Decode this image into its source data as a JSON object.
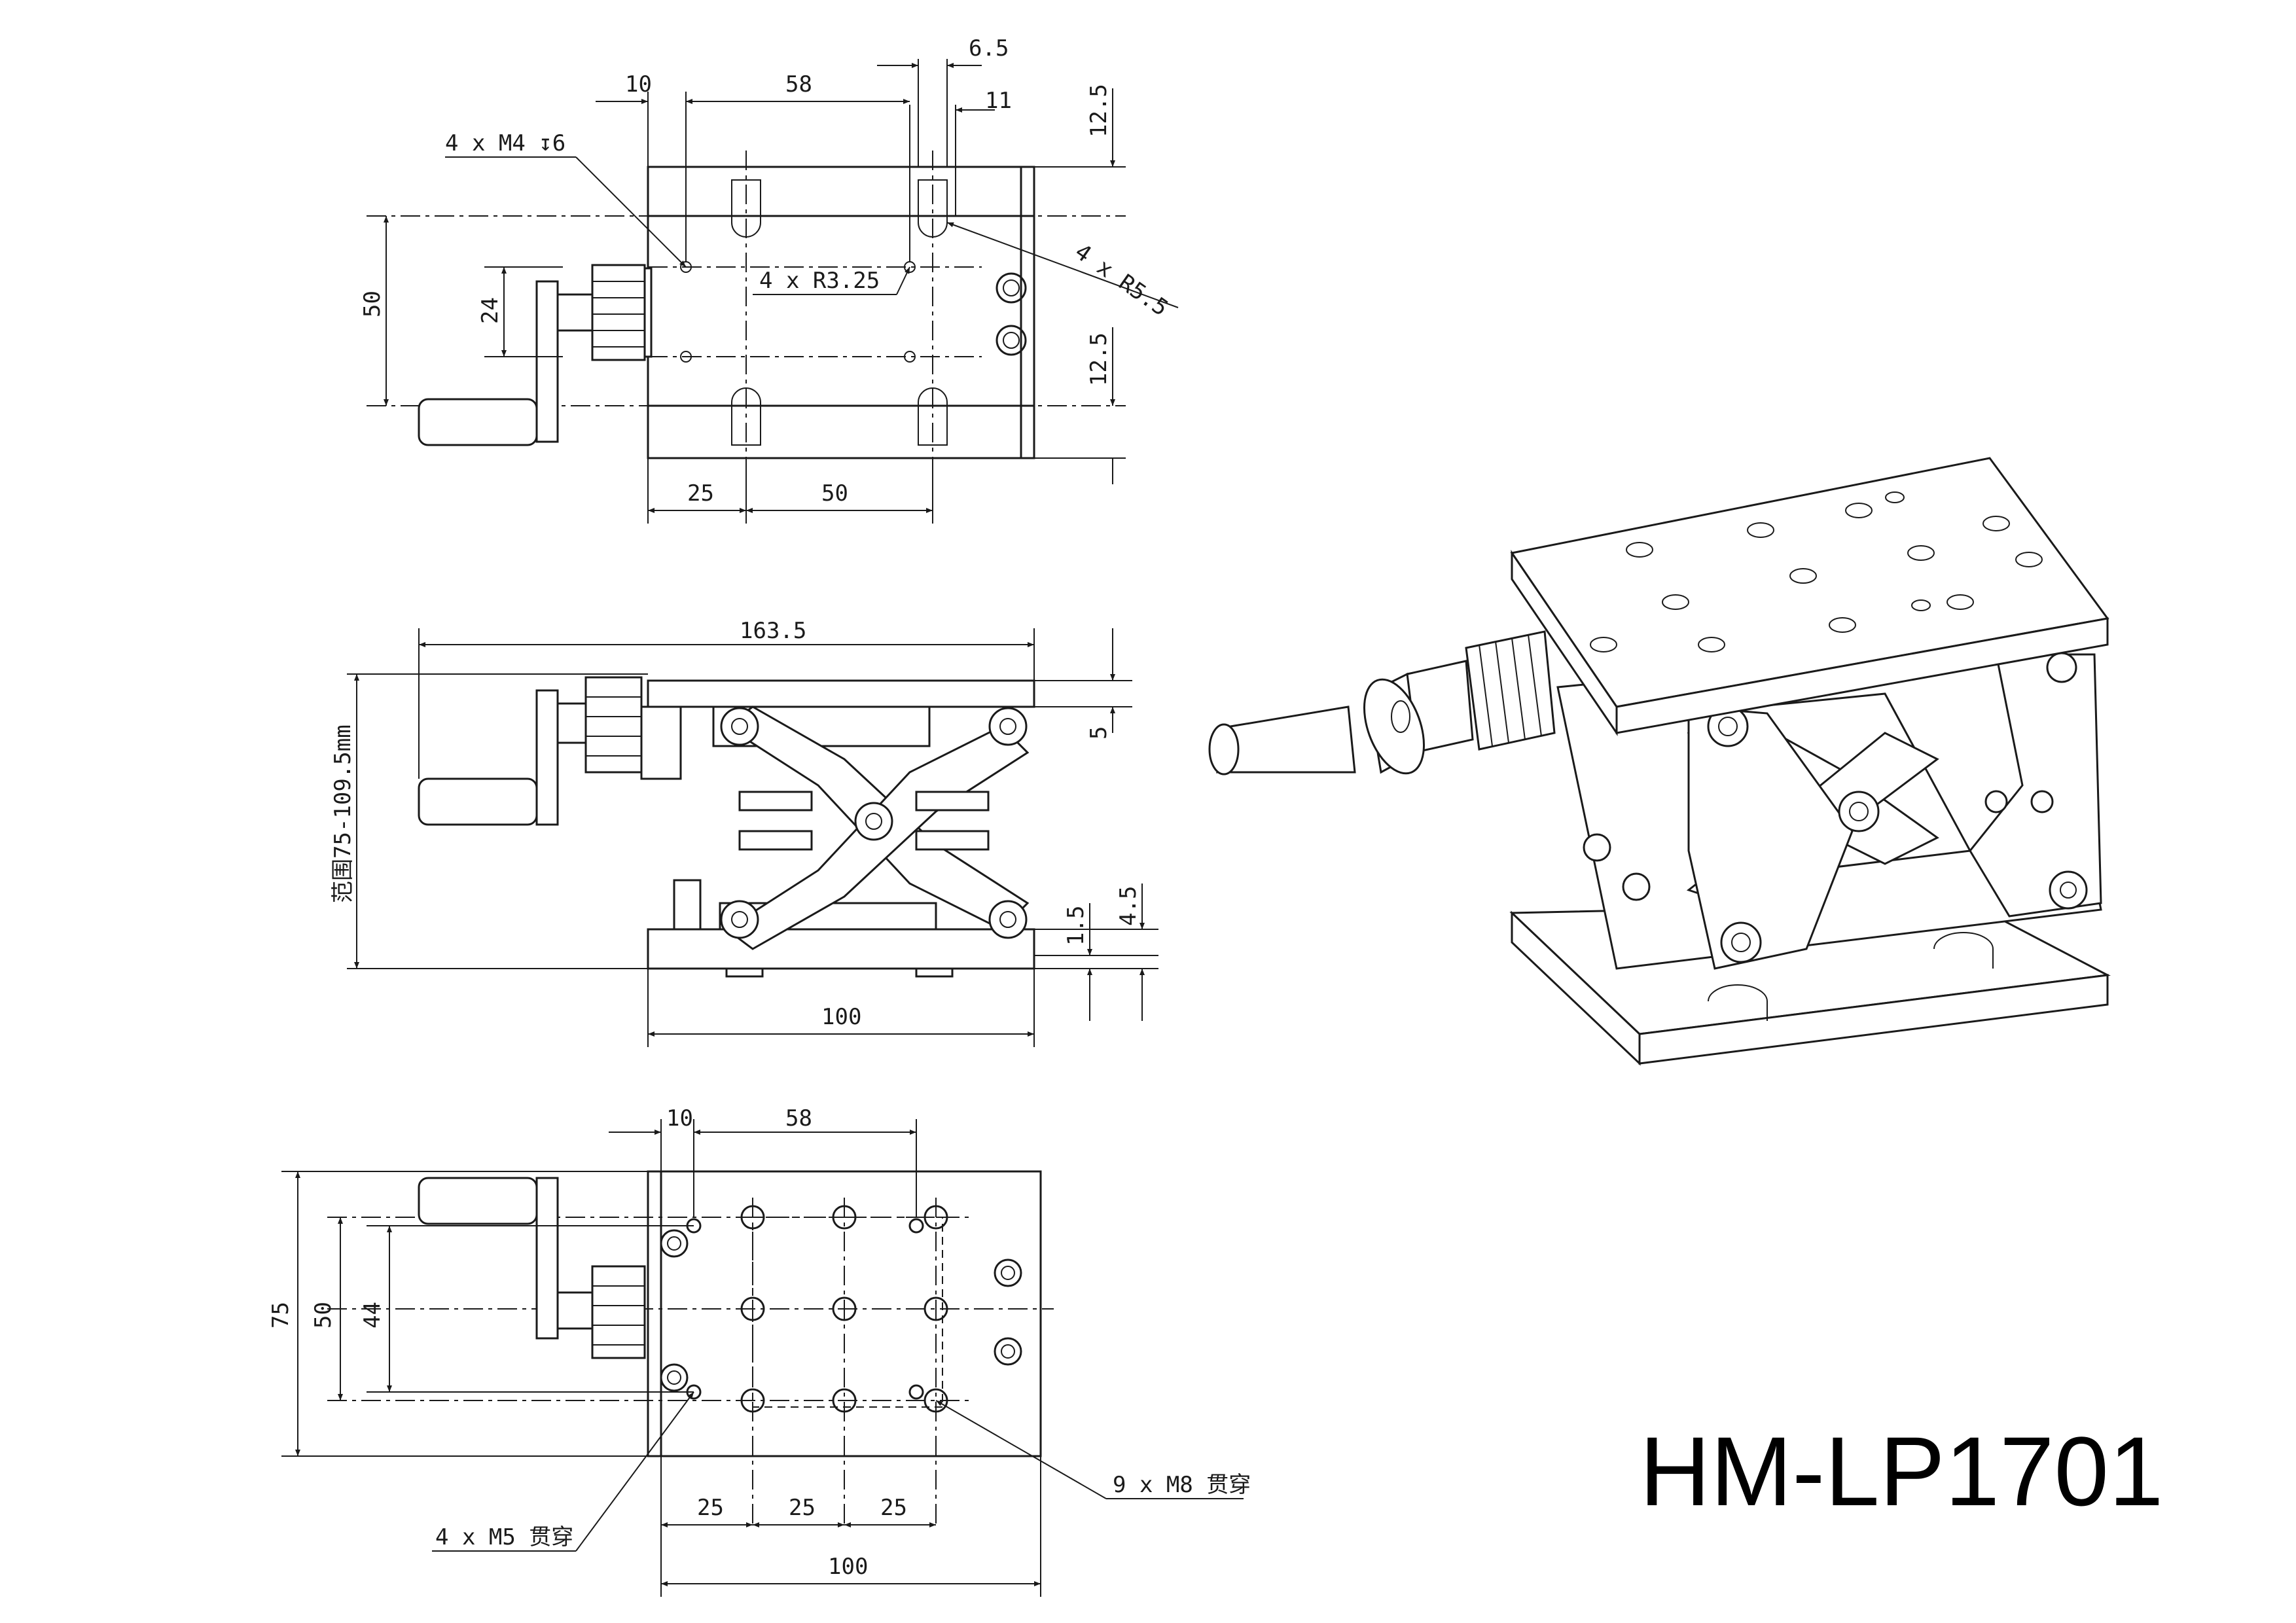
{
  "model": "HM-LP1701",
  "top_view": {
    "dims": {
      "d10": "10",
      "d58": "58",
      "d6_5": "6.5",
      "d11": "11",
      "d12_5_top": "12.5",
      "d12_5_bottom": "12.5",
      "d50_left": "50",
      "d24": "24",
      "d25": "25",
      "d50_bottom": "50"
    },
    "callouts": {
      "m4": "4 x M4 ↧6",
      "r3_25": "4 x R3.25",
      "r5_5": "4 x R5.5"
    }
  },
  "side_view": {
    "dims": {
      "d163_5": "163.5",
      "range": "范围75-109.5mm",
      "d5": "5",
      "d1_5": "1.5",
      "d4_5": "4.5",
      "d100": "100"
    }
  },
  "bottom_view": {
    "dims": {
      "d10": "10",
      "d58": "58",
      "d75": "75",
      "d50": "50",
      "d44": "44",
      "d25a": "25",
      "d25b": "25",
      "d25c": "25",
      "d100": "100"
    },
    "callouts": {
      "m5": "4 x M5 贯穿",
      "m8": "9 x M8 贯穿"
    }
  }
}
